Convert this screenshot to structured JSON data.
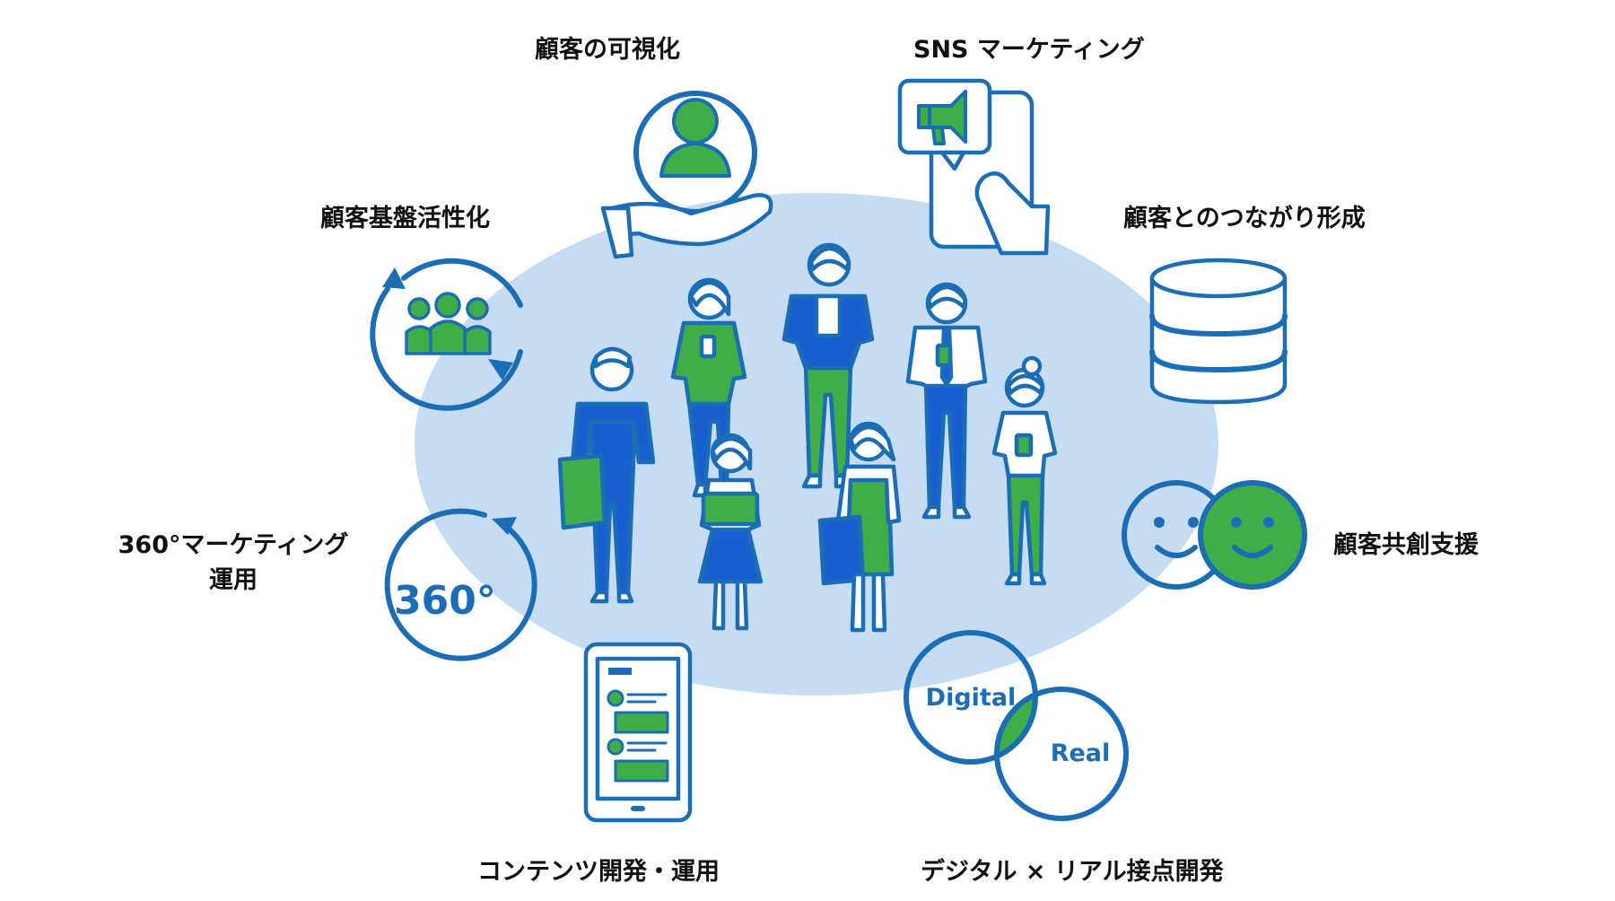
{
  "labels": {
    "customer_visualization": "顧客の可視化",
    "sns_marketing": "SNS マーケティング",
    "customer_base_activation": "顧客基盤活性化",
    "customer_connection": "顧客とのつながり形成",
    "marketing_360_line1": "360°マーケティング",
    "marketing_360_line2": "運用",
    "customer_cocreation": "顧客共創支援",
    "content_development": "コンテンツ開発・運用",
    "digital_real": "デジタル × リアル接点開発"
  },
  "icon_text": {
    "badge_360": "360°",
    "digital": "Digital",
    "real": "Real"
  },
  "colors": {
    "primary_blue": "#1b6db5",
    "bright_blue": "#1a5fd0",
    "green": "#3fae49",
    "ellipse_fill": "#c6dcf3",
    "text": "#111111"
  }
}
